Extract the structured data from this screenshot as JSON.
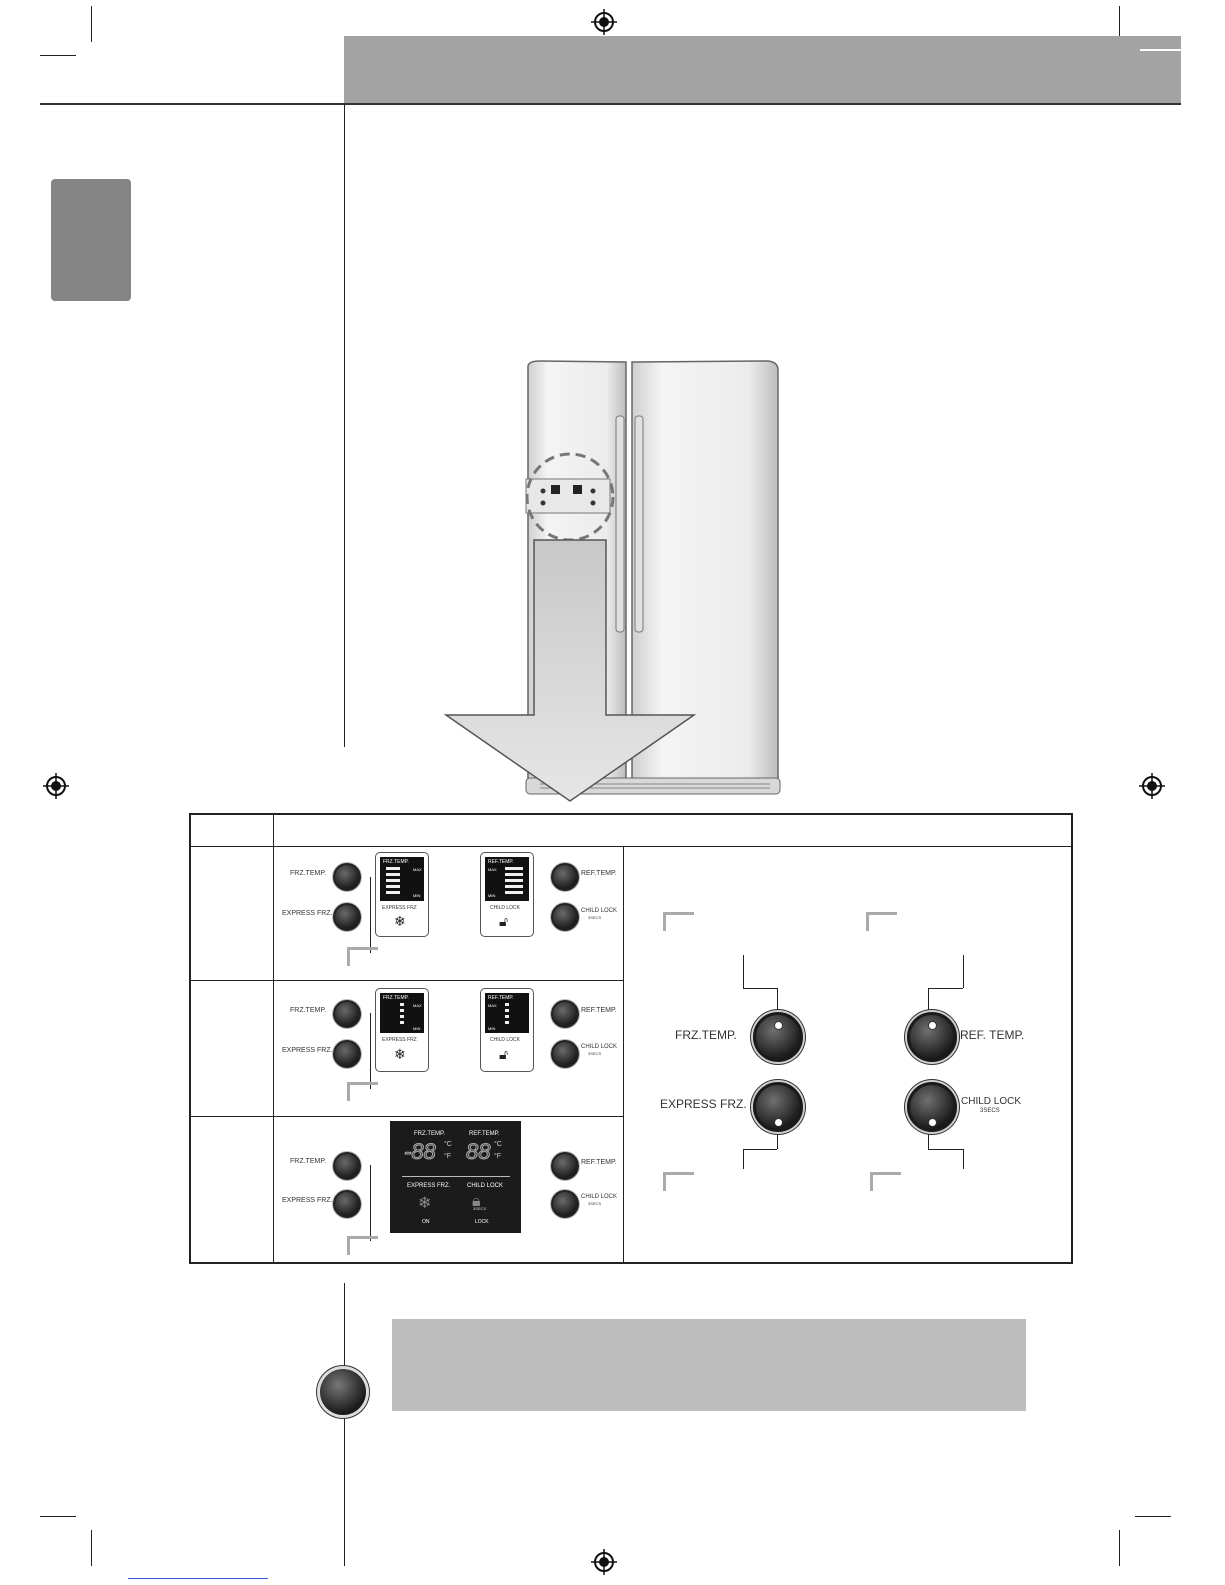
{
  "table": {
    "row_labels": [
      "",
      "",
      ""
    ],
    "header": [
      "",
      ""
    ]
  },
  "panel1": {
    "frz_temp": "FRZ.TEMP.",
    "express_frz": "EXPRESS FRZ.",
    "ref_temp": "REF.TEMP.",
    "child_lock": "CHILD LOCK",
    "child_lock_sub": "3SECS",
    "screen_left": "FRZ.TEMP.",
    "screen_right": "REF.TEMP.",
    "max": "MAX",
    "min": "MIN",
    "express_caption": "EXPRESS FRZ",
    "lock_caption": "CHILD LOCK"
  },
  "panel2": {
    "frz_temp": "FRZ.TEMP.",
    "express_frz": "EXPRESS FRZ.",
    "ref_temp": "REF.TEMP.",
    "child_lock": "CHILD LOCK",
    "child_lock_sub": "3SECS",
    "screen_left": "FRZ.TEMP.",
    "screen_right": "REF.TEMP.",
    "max": "MAX",
    "min": "MIN",
    "express_caption": "EXPRESS FRZ",
    "lock_caption": "CHILD LOCK"
  },
  "panel3": {
    "frz_temp": "FRZ.TEMP.",
    "express_frz": "EXPRESS FRZ.",
    "ref_temp": "REF.TEMP.",
    "child_lock": "CHILD LOCK",
    "child_lock_sub": "3SECS",
    "disp_frz": "FRZ.TEMP.",
    "disp_ref": "REF.TEMP.",
    "digits_frz": "-88",
    "digits_ref": "88",
    "unit_c": "°C",
    "unit_f": "°F",
    "disp_express": "EXPRESS FRZ.",
    "disp_lock": "CHILD LOCK",
    "on": "ON",
    "lock": "LOCK",
    "lock_badge": "3SECS"
  },
  "detail": {
    "frz_temp": "FRZ.TEMP.",
    "ref_temp": "REF. TEMP.",
    "express_frz": "EXPRESS FRZ.",
    "child_lock": "CHILD LOCK",
    "child_lock_sub": "3SECS"
  },
  "colors": {
    "header_bar": "#a3a3a3",
    "side_tab": "#858585",
    "note_box": "#bdbdbd"
  }
}
